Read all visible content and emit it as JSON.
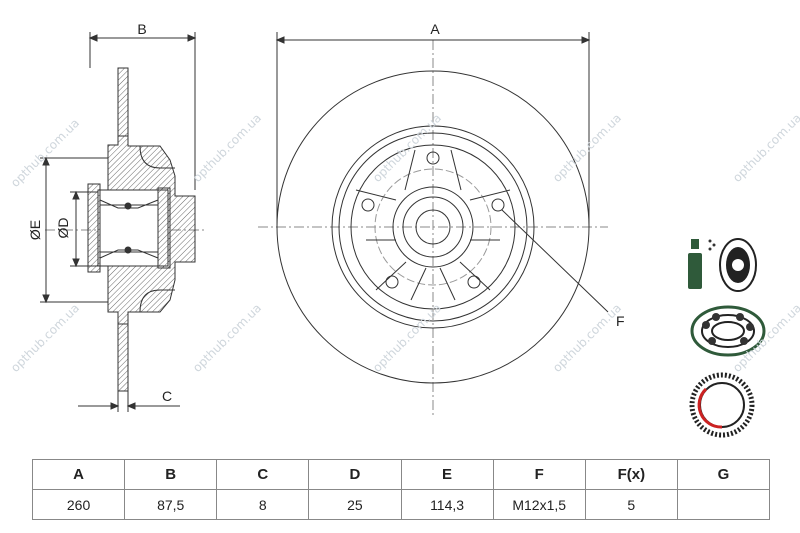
{
  "dimension_labels": {
    "A": "A",
    "B": "B",
    "C": "C",
    "D": "ØD",
    "E": "ØE",
    "F": "F"
  },
  "watermark": "opthub.com.ua",
  "table": {
    "headers": [
      "A",
      "B",
      "C",
      "D",
      "E",
      "F",
      "F(x)",
      "G"
    ],
    "values": [
      "260",
      "87,5",
      "8",
      "25",
      "114,3",
      "M12x1,5",
      "5",
      ""
    ]
  },
  "feature_icons": [
    "grease-spray-icon",
    "ball-bearing-icon",
    "abs-ring-icon"
  ]
}
